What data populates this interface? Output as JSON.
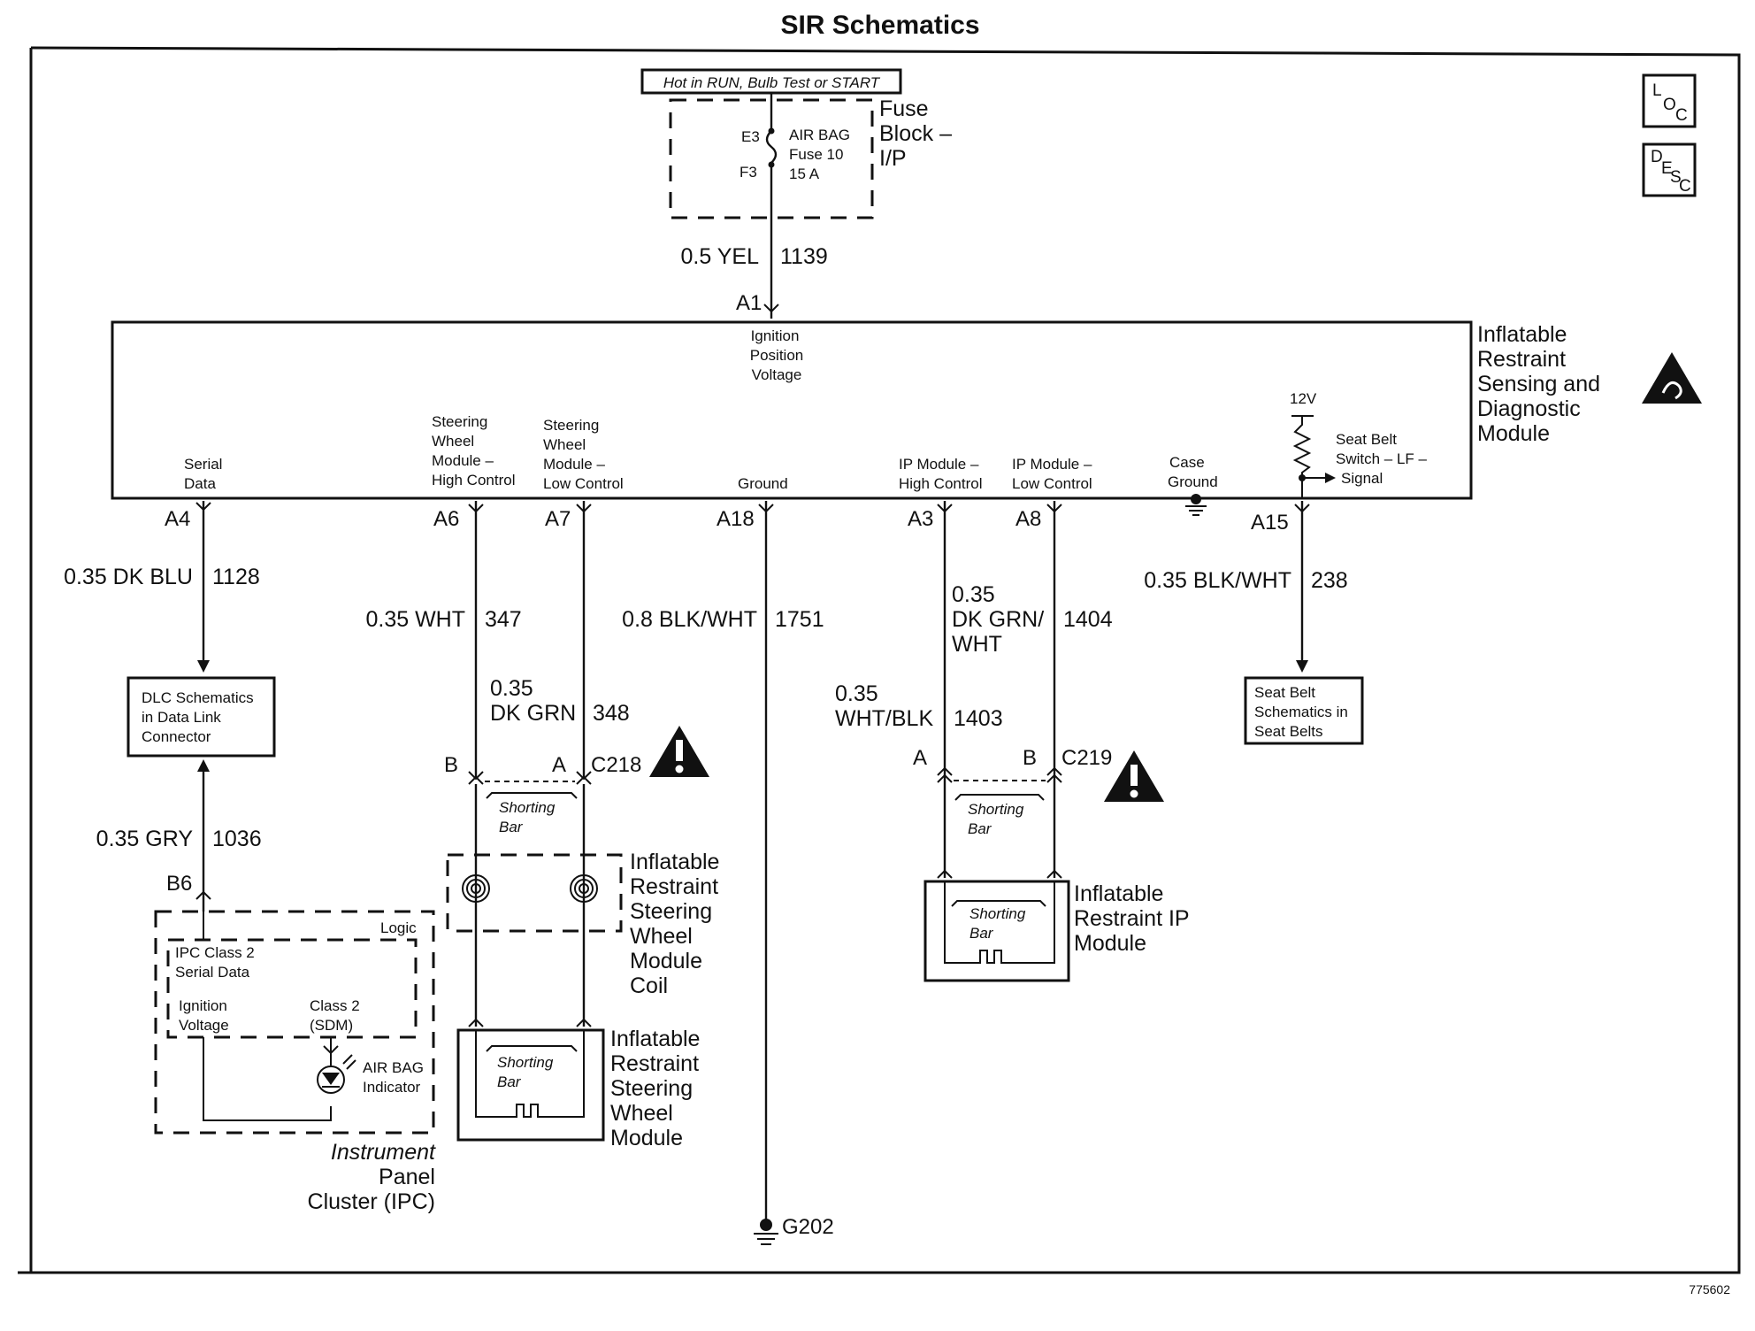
{
  "title": "SIR Schematics",
  "reference_number": "775602",
  "loc_badge": {
    "big": "L",
    "sub": "O",
    "tail": "C"
  },
  "desc_badge": {
    "big": "D",
    "sub": "E",
    "mid": "S",
    "tail": "C"
  },
  "power_source": "Hot in RUN, Bulb Test or START",
  "fuse_block": {
    "name_lines": [
      "Fuse",
      "Block –",
      "I/P"
    ],
    "fuse_lines": [
      "AIR BAG",
      "Fuse 10",
      "15 A"
    ],
    "pin_top": "E3",
    "pin_bottom": "F3"
  },
  "sdm": {
    "name_lines": [
      "Inflatable",
      "Restraint",
      "Sensing and",
      "Diagnostic",
      "Module"
    ],
    "ignition_lines": [
      "Ignition",
      "Position",
      "Voltage"
    ],
    "serial_data_lines": [
      "Serial",
      "Data"
    ],
    "sw_high_lines": [
      "Steering",
      "Wheel",
      "Module –",
      "High Control"
    ],
    "sw_low_lines": [
      "Steering",
      "Wheel",
      "Module –",
      "Low Control"
    ],
    "ground_label": "Ground",
    "ip_high_lines": [
      "IP Module –",
      "High Control"
    ],
    "ip_low_lines": [
      "IP Module –",
      "Low Control"
    ],
    "case_ground_lines": [
      "Case",
      "Ground"
    ],
    "voltage_12v": "12V",
    "seat_belt_lines": [
      "Seat Belt",
      "Switch – LF –",
      "Signal"
    ]
  },
  "pins": {
    "a1": "A1",
    "a4": "A4",
    "a6": "A6",
    "a7": "A7",
    "a18": "A18",
    "a3": "A3",
    "a8": "A8",
    "a15": "A15",
    "b6": "B6",
    "c218_b": "B",
    "c218_a": "A",
    "c219_a": "A",
    "c219_b": "B"
  },
  "connectors": {
    "c218": "C218",
    "c219": "C219"
  },
  "wires": {
    "yel": {
      "color": "0.5 YEL",
      "circuit": "1139"
    },
    "dk_blu": {
      "color": "0.35 DK BLU",
      "circuit": "1128"
    },
    "wht": {
      "color": "0.35 WHT",
      "circuit": "347"
    },
    "dk_grn_lines": [
      "0.35",
      "DK GRN"
    ],
    "dk_grn_circuit": "348",
    "blk_wht_ground": {
      "color": "0.8 BLK/WHT",
      "circuit": "1751"
    },
    "dk_grn_wht_lines": [
      "0.35",
      "DK GRN/",
      "WHT"
    ],
    "dk_grn_wht_circuit": "1404",
    "wht_blk_lines": [
      "0.35",
      "WHT/BLK"
    ],
    "wht_blk_circuit": "1403",
    "blk_wht_seat": {
      "color": "0.35 BLK/WHT",
      "circuit": "238"
    },
    "gry": {
      "color": "0.35 GRY",
      "circuit": "1036"
    }
  },
  "dlc_box_lines": [
    "DLC Schematics",
    "in Data Link",
    "Connector"
  ],
  "seat_belt_box_lines": [
    "Seat Belt",
    "Schematics in",
    "Seat Belts"
  ],
  "ipc": {
    "name_lines": [
      "Instrument",
      "Panel",
      "Cluster (IPC)"
    ],
    "logic": "Logic",
    "serial_lines": [
      "IPC Class 2",
      "Serial Data"
    ],
    "ignition_lines": [
      "Ignition",
      "Voltage"
    ],
    "class2_lines": [
      "Class 2",
      "(SDM)"
    ],
    "airbag_indicator_lines": [
      "AIR BAG",
      "Indicator"
    ]
  },
  "shorting_bar_lines": [
    "Shorting",
    "Bar"
  ],
  "sw_coil_lines": [
    "Inflatable",
    "Restraint",
    "Steering",
    "Wheel",
    "Module",
    "Coil"
  ],
  "sw_module_lines": [
    "Inflatable",
    "Restraint",
    "Steering",
    "Wheel",
    "Module"
  ],
  "ip_module_lines": [
    "Inflatable",
    "Restraint IP",
    "Module"
  ],
  "ground_g202": "G202"
}
